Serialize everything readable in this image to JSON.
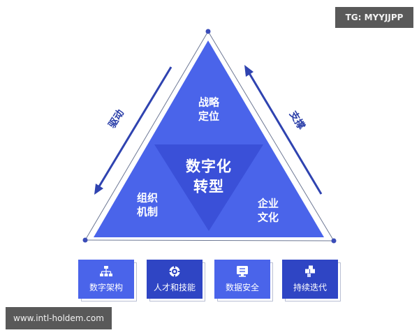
{
  "watermark_top": "TG: MYYJJPP",
  "watermark_bottom": "www.intl-holdem.com",
  "colors": {
    "triangle_blue": "#4a64ea",
    "inner_triangle_blue": "#3a50d8",
    "card_light": "#4a64ea",
    "card_dark": "#2f45c4",
    "arrow_blue": "#2f43b0"
  },
  "triangle": {
    "top_label": [
      "战略",
      "定位"
    ],
    "left_label": [
      "组织",
      "机制"
    ],
    "right_label": [
      "企业",
      "文化"
    ],
    "center_label": [
      "数字化",
      "转型"
    ]
  },
  "arrows": {
    "left": "驱动",
    "right": "支撑"
  },
  "cards": [
    {
      "label": "数字架构",
      "icon": "org-chart-icon",
      "style": "light"
    },
    {
      "label": "人才和技能",
      "icon": "target-icon",
      "style": "dark"
    },
    {
      "label": "数据安全",
      "icon": "monitor-icon",
      "style": "light"
    },
    {
      "label": "持续迭代",
      "icon": "blocks-icon",
      "style": "dark"
    }
  ]
}
